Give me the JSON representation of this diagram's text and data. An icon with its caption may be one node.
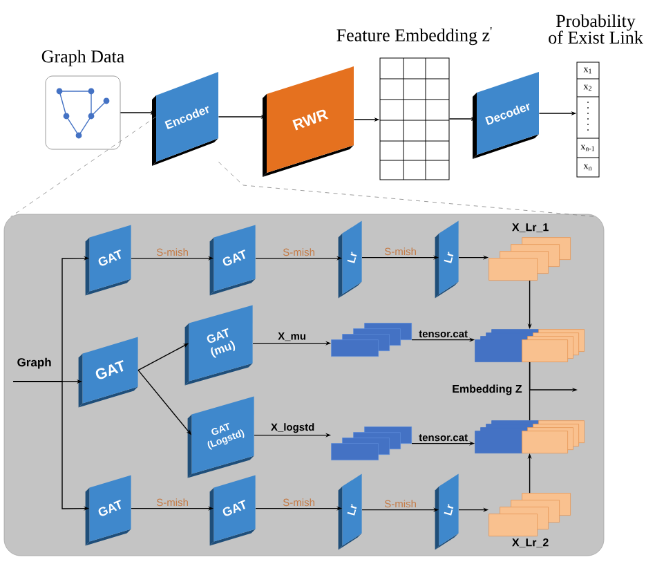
{
  "diagram": {
    "nodes": [
      {
        "text": [
          "Graph Data"
        ]
      },
      {
        "text": [
          "Encoder"
        ]
      },
      {
        "text": [
          "RWR"
        ]
      },
      {
        "text": [
          "Feature Embedding z$^{'}$"
        ]
      },
      {
        "text": [
          "Decoder"
        ]
      },
      {
        "text": [
          "Probability of Exist Link",
          "x$_{1}$",
          "x$_{2}$",
          "x$_{n-1}$",
          "x$_{n}$"
        ]
      },
      {
        "text": [],
        "shape": "box"
      },
      {
        "text": [
          "Graph"
        ],
        "in": 6
      },
      {
        "text": [
          "GAT"
        ],
        "in": 6
      },
      {
        "text": [
          "GAT"
        ],
        "in": 6
      },
      {
        "text": [
          "Lr"
        ],
        "in": 6
      },
      {
        "text": [
          "Lr"
        ],
        "in": 6
      },
      {
        "text": [
          "X_Lr_1"
        ],
        "in": 6
      },
      {
        "text": [
          "GAT"
        ],
        "in": 6
      },
      {
        "text": [
          "GAT (mu)"
        ],
        "in": 6
      },
      {
        "text": [
          "GAT (Logstd)"
        ],
        "in": 6
      },
      {
        "text": [],
        "shape": "box",
        "in": 6
      },
      {
        "text": [],
        "shape": "box",
        "in": 6
      },
      {
        "text": [],
        "shape": "box",
        "in": 6
      },
      {
        "text": [],
        "shape": "box",
        "in": 6
      },
      {
        "text": [
          "GAT"
        ],
        "in": 6
      },
      {
        "text": [
          "GAT"
        ],
        "in": 6
      },
      {
        "text": [
          "Lr"
        ],
        "in": 6
      },
      {
        "text": [
          "Lr"
        ],
        "in": 6
      },
      {
        "text": [
          "X_Lr_2"
        ],
        "in": 6
      }
    ],
    "edges": [
      {
        "from": 1,
        "to": 6,
        "arrow": "none",
        "style": "dashed",
        "color": "#808080"
      },
      {
        "from": 1,
        "to": 6,
        "arrow": "none",
        "style": "dashed",
        "color": "#808080"
      },
      {
        "from": 0,
        "to": 1,
        "arrow": "to"
      },
      {
        "from": 1,
        "to": 2,
        "arrow": "to"
      },
      {
        "from": 2,
        "to": 3,
        "arrow": "to"
      },
      {
        "from": 3,
        "to": 4,
        "arrow": "to"
      },
      {
        "from": 4,
        "to": 5,
        "arrow": "to"
      },
      {
        "from": 7,
        "to": 8,
        "arrow": "to"
      },
      {
        "from": 7,
        "to": 13,
        "arrow": "to"
      },
      {
        "from": 7,
        "to": 20,
        "arrow": "to"
      },
      {
        "from": 8,
        "to": 9,
        "arrow": "to",
        "label": "S-mish"
      },
      {
        "from": 9,
        "to": 10,
        "arrow": "to",
        "label": "S-mish"
      },
      {
        "from": 10,
        "to": 11,
        "arrow": "to",
        "label": "S-mish"
      },
      {
        "from": 11,
        "to": 12,
        "arrow": "to"
      },
      {
        "from": 13,
        "to": 14,
        "arrow": "to"
      },
      {
        "from": 13,
        "to": 15,
        "arrow": "to"
      },
      {
        "from": 14,
        "to": 16,
        "arrow": "to",
        "label": "X_mu"
      },
      {
        "from": 15,
        "to": 17,
        "arrow": "to",
        "label": "X_logstd"
      },
      {
        "from": 16,
        "to": 18,
        "arrow": "to",
        "label": "tensor.cat"
      },
      {
        "from": 17,
        "to": 19,
        "arrow": "to",
        "label": "tensor.cat"
      },
      {
        "from": 12,
        "to": 18,
        "arrow": "to"
      },
      {
        "from": 24,
        "to": 19,
        "arrow": "to"
      },
      {
        "from": 18,
        "to": 19,
        "arrow": "none"
      },
      {
        "from": 18,
        "to": null,
        "arrow": "to"
      },
      {
        "from": 20,
        "to": 21,
        "arrow": "to",
        "label": "S-mish"
      },
      {
        "from": 21,
        "to": 22,
        "arrow": "to",
        "label": "S-mish"
      },
      {
        "from": 22,
        "to": 23,
        "arrow": "to",
        "label": "S-mish"
      },
      {
        "from": 23,
        "to": 24,
        "arrow": "to"
      }
    ],
    "labels": [
      "Embedding Z"
    ]
  }
}
